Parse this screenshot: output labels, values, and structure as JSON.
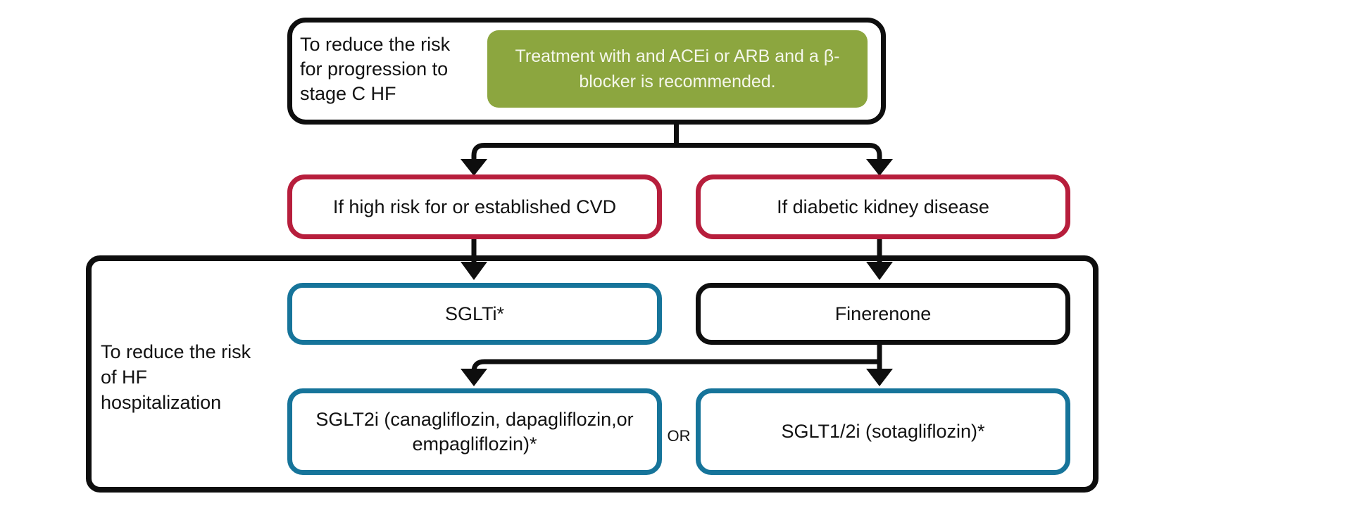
{
  "colors": {
    "green_fill": "#8ca63f",
    "red_border": "#b71e3c",
    "teal_border": "#16749a",
    "line_black": "#0e0e0e"
  },
  "stage_c": {
    "label": "To reduce the risk for progression to stage C HF",
    "recommendation": "Treatment with and ACEi or ARB and a β-blocker is recommended."
  },
  "conditions": [
    {
      "label": "If high risk for or established CVD"
    },
    {
      "label": "If diabetic kidney disease"
    }
  ],
  "hospitalization": {
    "label": "To reduce the risk of HF hospitalization",
    "row2": [
      {
        "label": "SGLTi*"
      },
      {
        "label": "Finerenone"
      }
    ],
    "or_label": "OR",
    "row3": [
      {
        "label": "SGLT2i (canagliflozin, dapagliflozin,or empagliflozin)*"
      },
      {
        "label": "SGLT1/2i (sotagliflozin)*"
      }
    ]
  }
}
